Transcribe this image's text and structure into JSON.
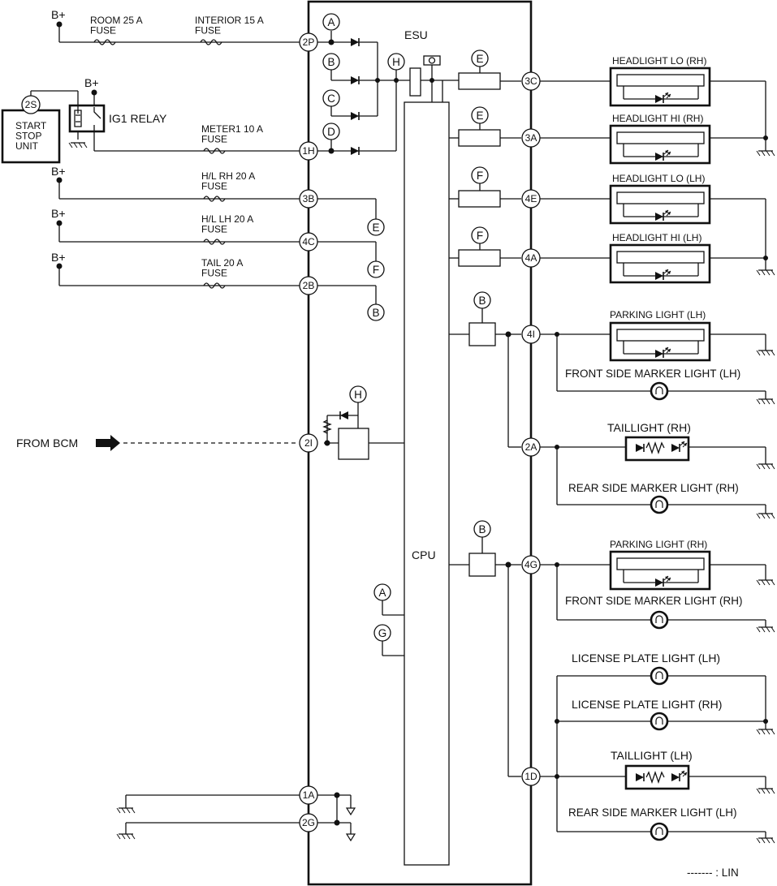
{
  "legend": {
    "lin": "------- : LIN"
  },
  "esu": {
    "title": "ESU",
    "cpu": "CPU"
  },
  "labels": {
    "b_plus": "B+",
    "room_fuse": "ROOM 25 A\nFUSE",
    "interior_fuse": "INTERIOR 15 A\nFUSE",
    "meter_fuse": "METER1 10 A\nFUSE",
    "hl_rh_fuse": "H/L RH 20 A\nFUSE",
    "hl_lh_fuse": "H/L LH 20 A\nFUSE",
    "tail_fuse": "TAIL 20 A\nFUSE",
    "ig1_relay": "IG1 RELAY",
    "start_stop_unit": "START\nSTOP\nUNIT",
    "from_bcm": "FROM BCM"
  },
  "connectors": {
    "p2P": "2P",
    "p1H": "1H",
    "p3B": "3B",
    "p4C": "4C",
    "p2B": "2B",
    "p2I": "2I",
    "p1A": "1A",
    "p2G": "2G",
    "p2S": "2S",
    "p3C": "3C",
    "p3A": "3A",
    "p4E": "4E",
    "p4A": "4A",
    "p4I": "4I",
    "p2A": "2A",
    "p4G": "4G",
    "p1D": "1D"
  },
  "refs": {
    "A": "A",
    "B": "B",
    "C": "C",
    "D": "D",
    "E": "E",
    "F": "F",
    "G": "G",
    "H": "H"
  },
  "loads": {
    "headlight_lo_rh": "HEADLIGHT LO (RH)",
    "headlight_hi_rh": "HEADLIGHT HI (RH)",
    "headlight_lo_lh": "HEADLIGHT LO (LH)",
    "headlight_hi_lh": "HEADLIGHT HI (LH)",
    "parking_light_lh": "PARKING LIGHT (LH)",
    "front_side_marker_lh": "FRONT SIDE MARKER LIGHT (LH)",
    "taillight_rh": "TAILLIGHT (RH)",
    "rear_side_marker_rh": "REAR SIDE MARKER LIGHT (RH)",
    "parking_light_rh": "PARKING LIGHT (RH)",
    "front_side_marker_rh": "FRONT SIDE MARKER LIGHT (RH)",
    "license_plate_lh": "LICENSE PLATE LIGHT (LH)",
    "license_plate_rh": "LICENSE PLATE LIGHT (RH)",
    "taillight_lh": "TAILLIGHT (LH)",
    "rear_side_marker_lh": "REAR SIDE MARKER LIGHT (LH)"
  }
}
